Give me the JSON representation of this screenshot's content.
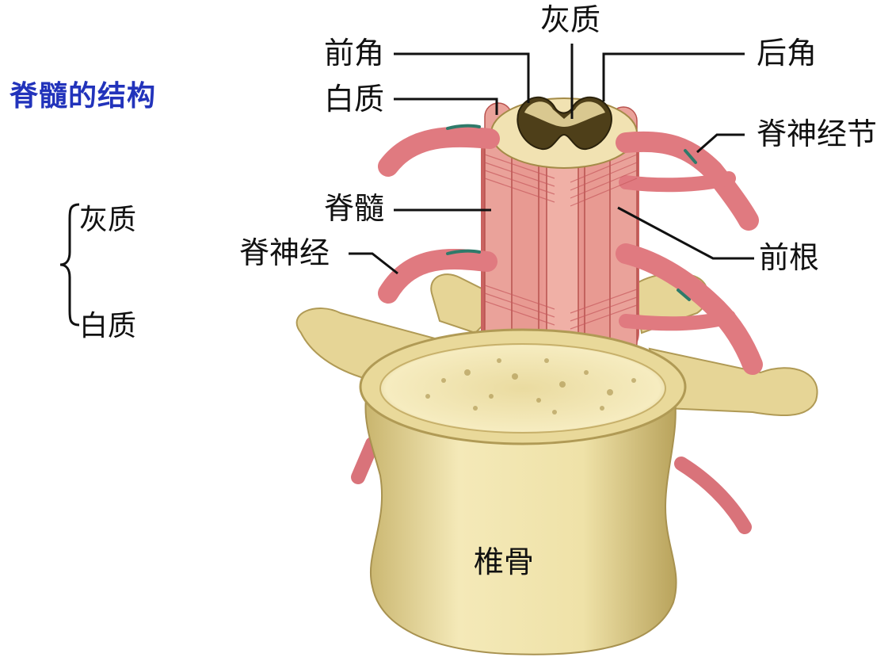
{
  "title": "脊髓的结构",
  "side_list": [
    "灰质",
    "白质"
  ],
  "labels": {
    "gray_matter": "灰质",
    "anterior_horn": "前角",
    "posterior_horn": "后角",
    "white_matter": "白质",
    "spinal_ganglion": "脊神经节",
    "spinal_cord": "脊髓",
    "spinal_nerve": "脊神经",
    "anterior_root": "前根",
    "vertebra": "椎骨"
  },
  "colors": {
    "title": "#2233bb",
    "bone": "#eee0a6",
    "cord": "#e8948e",
    "nerve": "#e27f82",
    "gray_matter": "#5a4a1e"
  }
}
